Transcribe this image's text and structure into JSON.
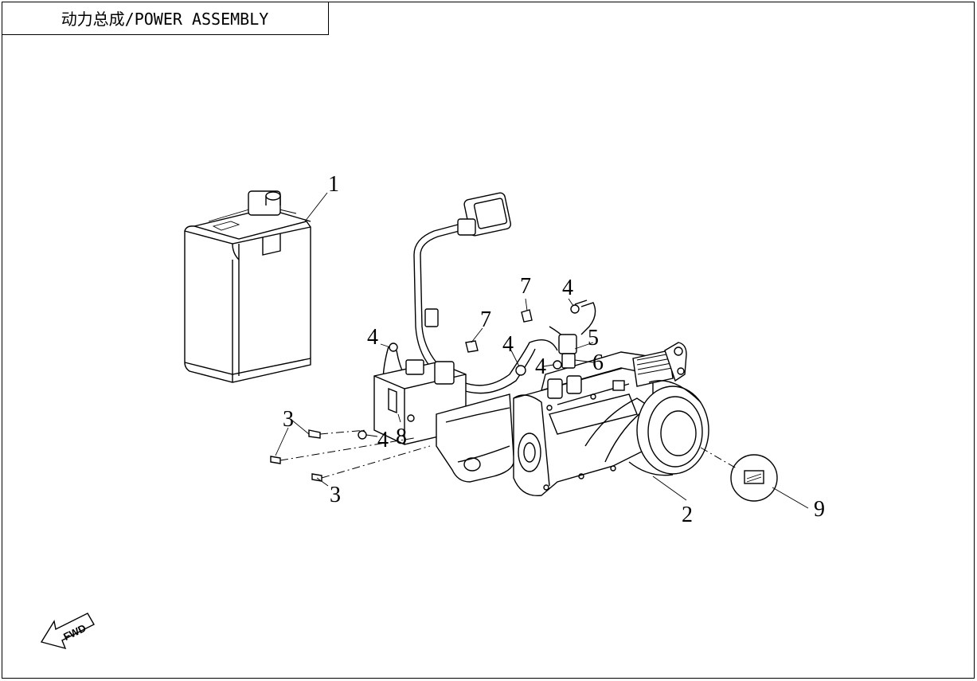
{
  "header": {
    "title": "动力总成/POWER ASSEMBLY"
  },
  "fwd_label": "FWD",
  "callouts": [
    {
      "id": "c1",
      "label": "1"
    },
    {
      "id": "c2",
      "label": "2"
    },
    {
      "id": "c3a",
      "label": "3"
    },
    {
      "id": "c3b",
      "label": "3"
    },
    {
      "id": "c4a",
      "label": "4"
    },
    {
      "id": "c4b",
      "label": "4"
    },
    {
      "id": "c4c",
      "label": "4"
    },
    {
      "id": "c4d",
      "label": "4"
    },
    {
      "id": "c4e",
      "label": "4"
    },
    {
      "id": "c5",
      "label": "5"
    },
    {
      "id": "c6",
      "label": "6"
    },
    {
      "id": "c7a",
      "label": "7"
    },
    {
      "id": "c7b",
      "label": "7"
    },
    {
      "id": "c8",
      "label": "8"
    },
    {
      "id": "c9",
      "label": "9"
    }
  ]
}
